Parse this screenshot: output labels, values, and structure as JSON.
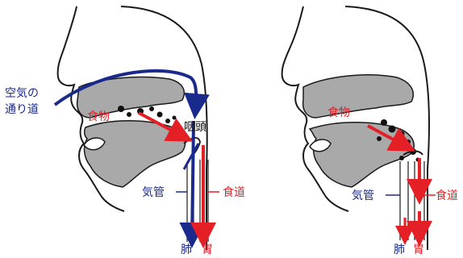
{
  "colors": {
    "air_path": "#1a2a8c",
    "food_path": "#e41f26",
    "outline": "#1a1a1a",
    "tissue_fill": "#a9a9a9",
    "food_fill": "#111111"
  },
  "left_panel": {
    "air_path_label_line1": "空気の",
    "air_path_label_line2": "通り道",
    "food_label": "食物",
    "pharynx_label": "咽頭",
    "trachea_label": "気管",
    "esophagus_label": "食道",
    "lungs_label": "肺",
    "stomach_label": "胃"
  },
  "right_panel": {
    "food_label": "食物",
    "trachea_label": "気管",
    "esophagus_label": "食道",
    "lungs_label": "肺",
    "stomach_label": "胃"
  }
}
